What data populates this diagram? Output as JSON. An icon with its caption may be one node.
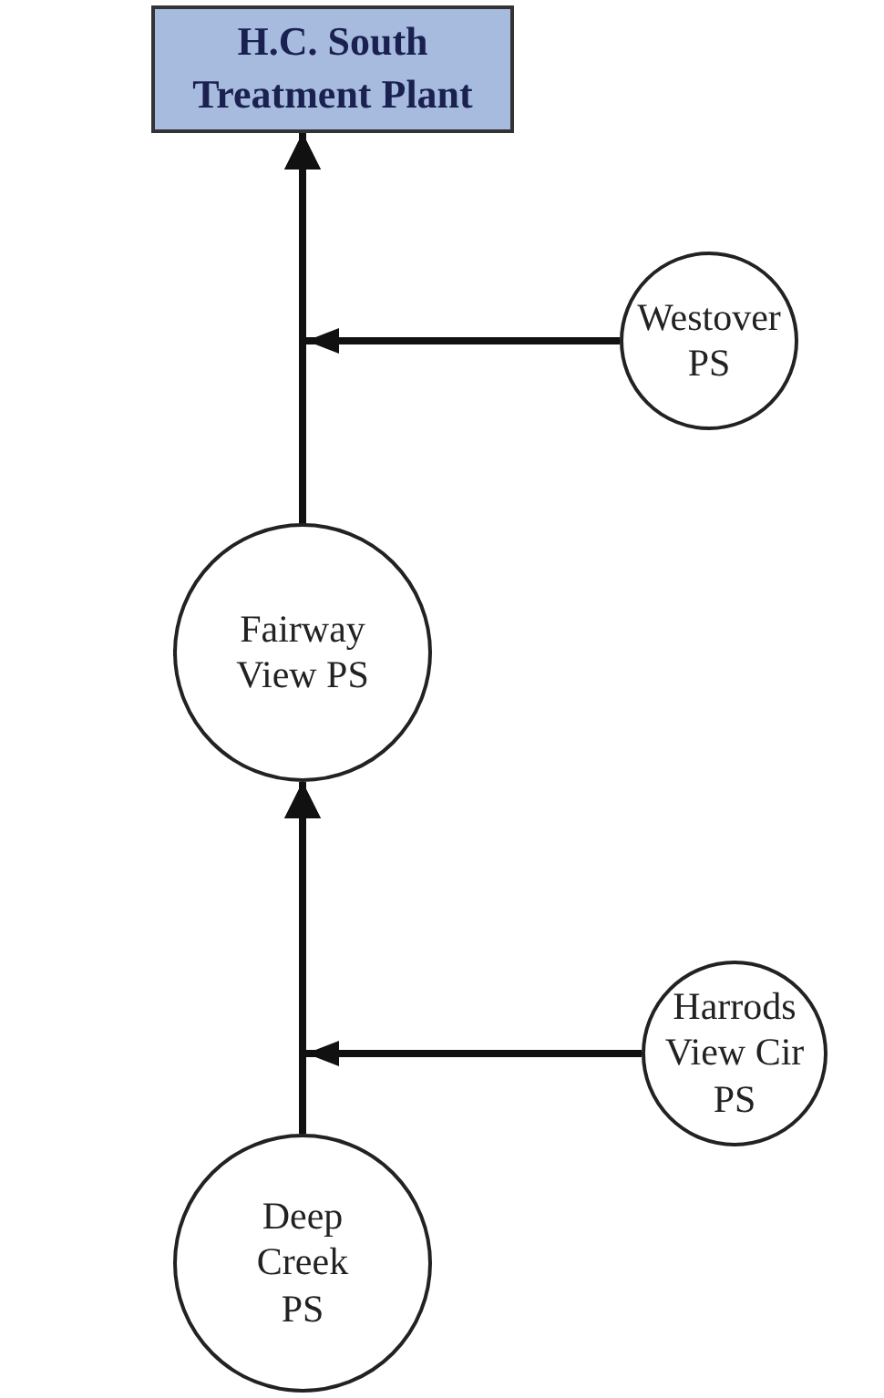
{
  "diagram": {
    "nodes": [
      {
        "text": [
          "H.C. South Treatment Plant"
        ]
      },
      {
        "text": [
          "Westover PS"
        ]
      },
      {
        "text": [
          "Fairway View PS"
        ]
      },
      {
        "text": [
          "Harrods View Cir PS"
        ]
      },
      {
        "text": [
          "Deep Creek PS"
        ]
      }
    ],
    "edges": [
      {
        "from": 1,
        "to": 0,
        "arrow": "to"
      },
      {
        "from": 2,
        "to": 0,
        "arrow": "to"
      },
      {
        "from": 3,
        "to": 2,
        "arrow": "to"
      },
      {
        "from": 4,
        "to": 2,
        "arrow": "to"
      }
    ]
  }
}
